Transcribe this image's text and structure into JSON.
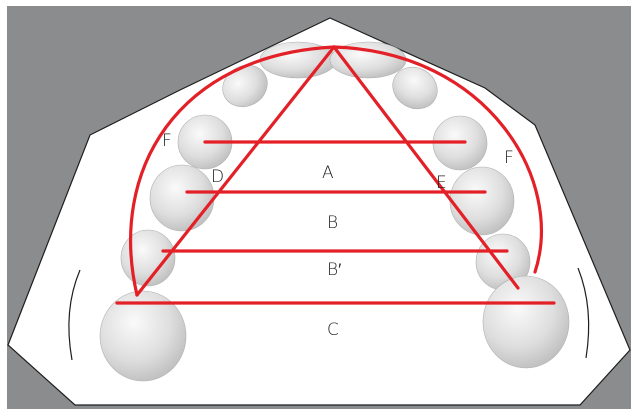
{
  "colors": {
    "background": "#8b8c8e",
    "model": "#ffffff",
    "outline": "#1e1e1e",
    "tooth": "#e3e3e3",
    "arch_lines": "#e32027"
  },
  "labels": {
    "A": "A",
    "B": "B",
    "B_prime": "B′",
    "C": "C",
    "D": "D",
    "E": "E",
    "F_left": "F",
    "F_right": "F"
  }
}
